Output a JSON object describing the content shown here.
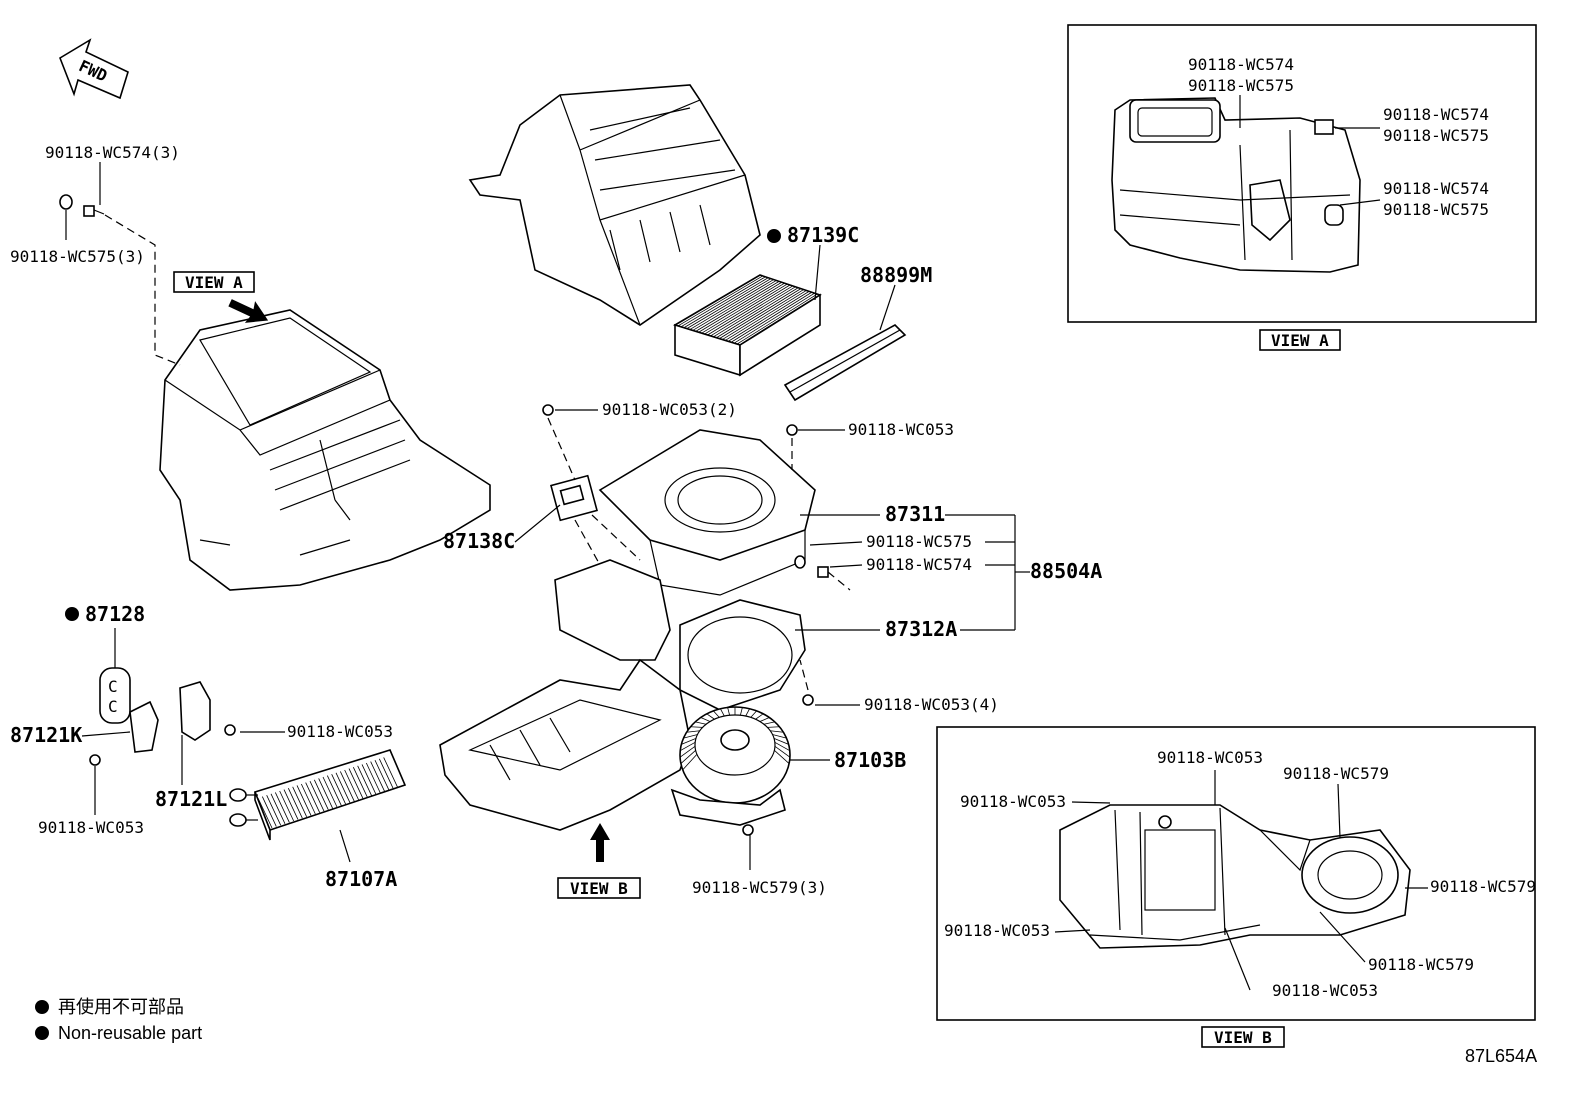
{
  "fwd_label": "FWD",
  "view_a_label": "VIEW A",
  "view_b_label": "VIEW B",
  "drawing_code": "87L654A",
  "legend": {
    "jp": "再使用不可部品",
    "en": "Non-reusable part"
  },
  "parts": {
    "p90118_wc574_3": "90118-WC574(3)",
    "p90118_wc575_3": "90118-WC575(3)",
    "p87139c": "87139C",
    "p88899m": "88899M",
    "p90118_wc053_2": "90118-WC053(2)",
    "p90118_wc053_top": "90118-WC053",
    "p87311": "87311",
    "p90118_wc575": "90118-WC575",
    "p90118_wc574": "90118-WC574",
    "p88504a": "88504A",
    "p87138c": "87138C",
    "p87312a": "87312A",
    "p87128": "87128",
    "p87121k": "87121K",
    "p90118_wc053_left": "90118-WC053",
    "p90118_wc053_mid": "90118-WC053",
    "p87121l": "87121L",
    "p90118_wc053_4": "90118-WC053(4)",
    "p87103b": "87103B",
    "p87107a": "87107A",
    "p90118_wc579_3": "90118-WC579(3)"
  },
  "view_a": {
    "l1": "90118-WC574",
    "l2": "90118-WC575",
    "l3": "90118-WC574",
    "l4": "90118-WC575",
    "l5": "90118-WC574",
    "l6": "90118-WC575"
  },
  "view_b": {
    "l1": "90118-WC053",
    "l2": "90118-WC579",
    "l3": "90118-WC053",
    "l4": "90118-WC579",
    "l5": "90118-WC053",
    "l6": "90118-WC579",
    "l7": "90118-WC053"
  }
}
